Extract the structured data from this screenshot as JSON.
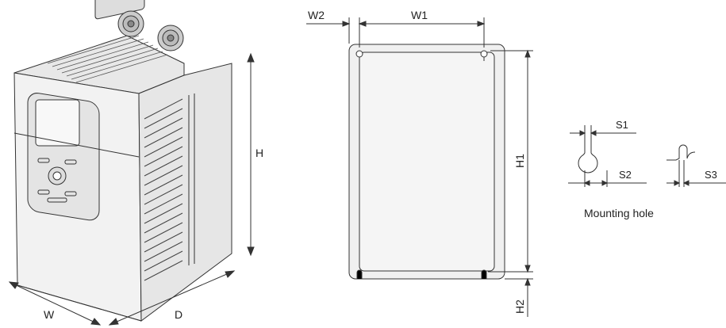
{
  "product_view": {
    "labels": {
      "width": "W",
      "depth": "D",
      "height": "H"
    }
  },
  "back_view": {
    "labels": {
      "w2": "W2",
      "w1": "W1",
      "h1": "H1",
      "h2": "H2"
    }
  },
  "mounting_hole": {
    "labels": {
      "s1": "S1",
      "s2": "S2",
      "s3": "S3"
    },
    "caption": "Mounting hole"
  },
  "colors": {
    "line": "#333333",
    "panel_fill": "#eeeeee",
    "body_fill": "#f2f2f2"
  }
}
